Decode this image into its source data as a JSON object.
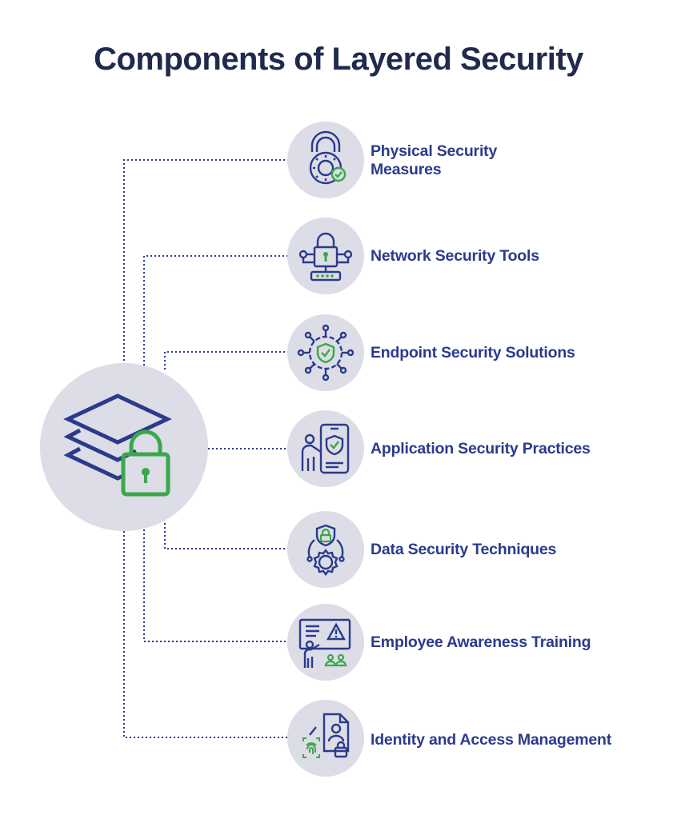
{
  "title": "Components of Layered Security",
  "components": [
    {
      "label": "Physical Security\nMeasures",
      "icon": "padlock-dial-icon"
    },
    {
      "label": "Network Security Tools",
      "icon": "network-lock-icon"
    },
    {
      "label": "Endpoint Security Solutions",
      "icon": "endpoint-shield-icon"
    },
    {
      "label": "Application Security Practices",
      "icon": "app-security-icon"
    },
    {
      "label": "Data Security Techniques",
      "icon": "data-security-gear-icon"
    },
    {
      "label": "Employee Awareness Training",
      "icon": "training-presentation-icon"
    },
    {
      "label": "Identity and Access Management",
      "icon": "fingerprint-id-icon"
    }
  ],
  "hub_icon": "layered-security-lock-icon",
  "colors": {
    "title": "#1f2a4d",
    "label": "#2b3a8c",
    "icon_navy": "#2b3a8c",
    "icon_green": "#3aa84a",
    "circle": "#dcdde6",
    "connector": "#2b3a8c"
  }
}
